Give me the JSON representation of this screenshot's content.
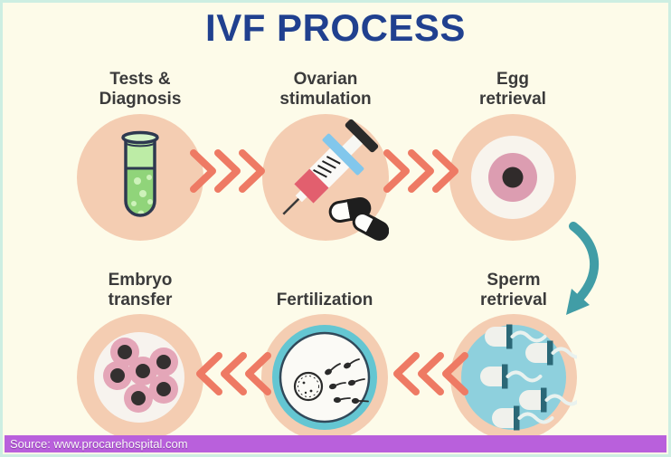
{
  "title": "IVF PROCESS",
  "source": {
    "label": "Source: www.procarehospital.com"
  },
  "steps": [
    {
      "name": "tests-diagnosis",
      "line1": "Tests &",
      "line2": "Diagnosis",
      "icon": "test-tube-icon"
    },
    {
      "name": "ovarian-stimulation",
      "line1": "Ovarian",
      "line2": "stimulation",
      "icon": "syringe-pills-icon"
    },
    {
      "name": "egg-retrieval",
      "line1": "Egg",
      "line2": "retrieval",
      "icon": "egg-cell-icon"
    },
    {
      "name": "sperm-retrieval",
      "line1": "Sperm",
      "line2": "retrieval",
      "icon": "sperm-cells-icon"
    },
    {
      "name": "fertilization",
      "line1": "Fertilization",
      "line2": "",
      "icon": "fertilization-icon"
    },
    {
      "name": "embryo-transfer",
      "line1": "Embryo",
      "line2": "transfer",
      "icon": "embryo-cells-icon"
    }
  ],
  "flow": {
    "top_row_direction": "left-to-right",
    "bottom_row_direction": "right-to-left",
    "connector": "triple-chevron",
    "turn_connector": "curved-arrow-down"
  },
  "colors": {
    "background": "#fdfbe9",
    "frame_border": "#cdeee2",
    "title": "#20408f",
    "label_text": "#3b3b3b",
    "circle_bg": "#f4cdb2",
    "chevron": "#ee7a64",
    "curve_arrow": "#419da6",
    "source_bar_bg": "#b960dc",
    "source_bar_text": "#fafafa",
    "tube_liquid_green": "#90d47a",
    "syringe_blue": "#82c7ec",
    "syringe_red": "#e25f6e",
    "egg_pink": "#dc9db1",
    "sperm_pool_blue": "#8ed0dd",
    "fertilization_ring_teal": "#64c6d2",
    "embryo_cell_pink": "#e4a6b8"
  }
}
